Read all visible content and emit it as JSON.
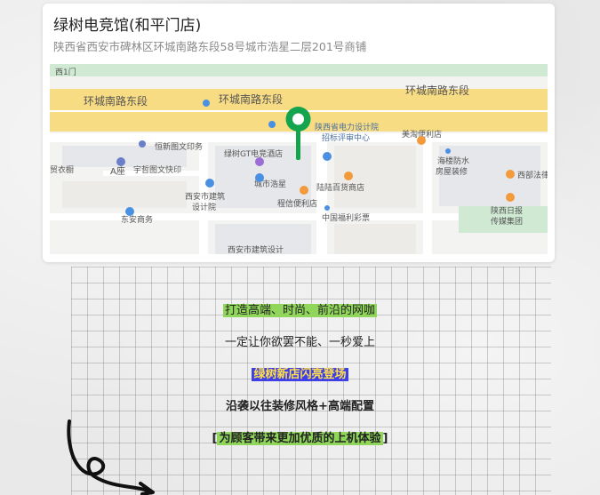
{
  "store": {
    "name": "绿树电竞馆(和平门店)",
    "address": "陕西省西安市碑林区环城南路东段58号城市浩星二层201号商铺"
  },
  "map": {
    "labels": {
      "gate": "西1门",
      "road_a": "环城南路东段",
      "road_b": "环城南路东段",
      "road_c": "环城南路东段",
      "power": "陕西省电力设计院",
      "bid": "招标评审中心",
      "meixiang": "美淘便利店",
      "hengxin": "恒新图文印务",
      "lushu": "绿树GT电竞酒店",
      "azuo": "A座",
      "yuzhe": "宇哲图文快印",
      "chengshi": "城市浩星",
      "chengxin": "程信便利店",
      "lulu": "陆陆百货商店",
      "haitie": "海楼防水",
      "fangwu": "房屋装修",
      "xibu": "西部法律",
      "jianzhu": "西安市建筑",
      "sheji": "设计院",
      "dongan": "东安商务",
      "fuli": "中国福利彩票",
      "ribao": "陕西日报",
      "chuanmei": "传媒集团",
      "jianzhu2": "西安市建筑设计",
      "maoyi": "贸衣橱"
    },
    "colors": {
      "pin": "#14a44d",
      "road": "#f7d77a",
      "green": "#bfe6c4"
    }
  },
  "promo": {
    "line1": "打造高端、时尚、前沿的网咖",
    "line2": "一定让你欲罢不能、一秒爱上",
    "line3": "绿树新店闪亮登场",
    "line4": "沿袭以往装修风格+高端配置",
    "line5_open": "[",
    "line5": "为顾客带来更加优质的上机体验",
    "line5_close": "]"
  }
}
